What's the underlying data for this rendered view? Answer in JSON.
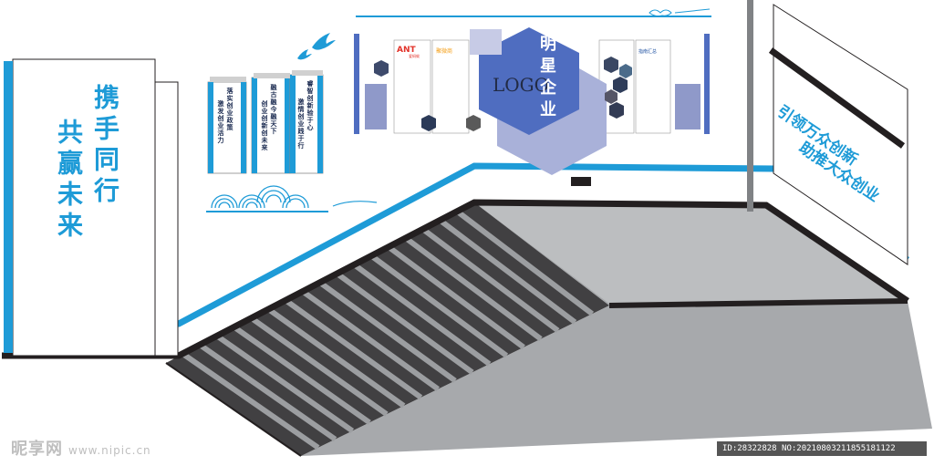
{
  "slogans": {
    "left_col1": "携手同行",
    "left_col2": "共赢未来",
    "right_line1": "引领万众创新",
    "right_line2": "助推大众创业"
  },
  "banners": [
    {
      "line1": "落实创业政策",
      "line2": "激发创业活力"
    },
    {
      "line1": "融古融今融天下",
      "line2": "创业创新创未来"
    },
    {
      "line1": "睿智创新验于心",
      "line2": "激情创业践于行"
    }
  ],
  "logo_board": {
    "center_text": "LOGO",
    "star_text": "明星企业",
    "brand_ant": "ANT",
    "brand_ant_sub": "爱蚂蚁",
    "brand_yellow": "聚微商",
    "brand_blue": "指南汇总"
  },
  "watermark": {
    "site": "昵享网",
    "url": "www.nipic.cn",
    "id_text": "ID:28322828 NO:20210803211855181122"
  },
  "colors": {
    "accent_blue": "#1e9bd7",
    "logo_blue": "#4f6dc0",
    "hex_lavender": "#a9b1d9",
    "floor_gray": "#a7a9ac",
    "dark_border": "#231f20"
  }
}
